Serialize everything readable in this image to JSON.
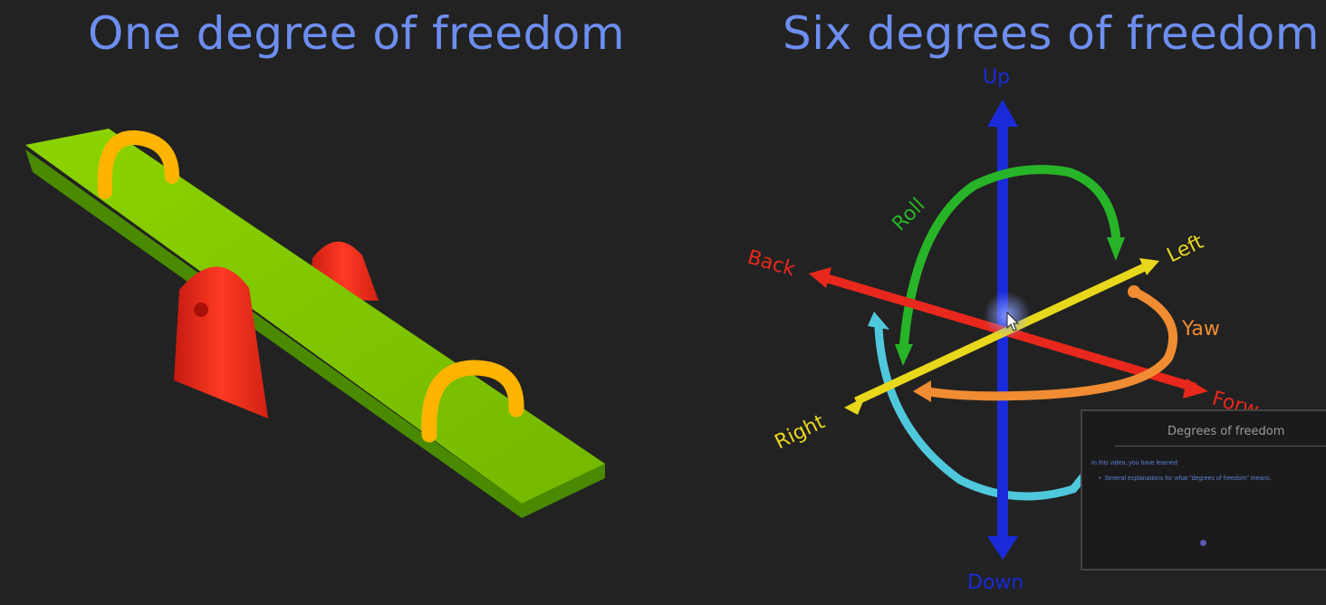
{
  "titles": {
    "left": "One degree of freedom",
    "right": "Six degrees of freedom"
  },
  "axes": {
    "up": "Up",
    "down": "Down",
    "back": "Back",
    "forward": "Forw",
    "left": "Left",
    "right": "Right",
    "roll": "Roll",
    "yaw": "Yaw"
  },
  "thumbnail": {
    "title": "Degrees of freedom",
    "subtitle": "In this video, you have learned",
    "bullet": "Several explanations for what \"degrees of freedom\" means."
  },
  "colors": {
    "title": "#6d8ef0",
    "up_down": "#1a2ad8",
    "back_forward": "#e8281c",
    "left_right": "#e8d81c",
    "roll": "#28b428",
    "yaw": "#f08c32",
    "pitch": "#4fc8dc",
    "board": "#7cc400",
    "handle": "#ffb400",
    "support": "#e8281c"
  }
}
